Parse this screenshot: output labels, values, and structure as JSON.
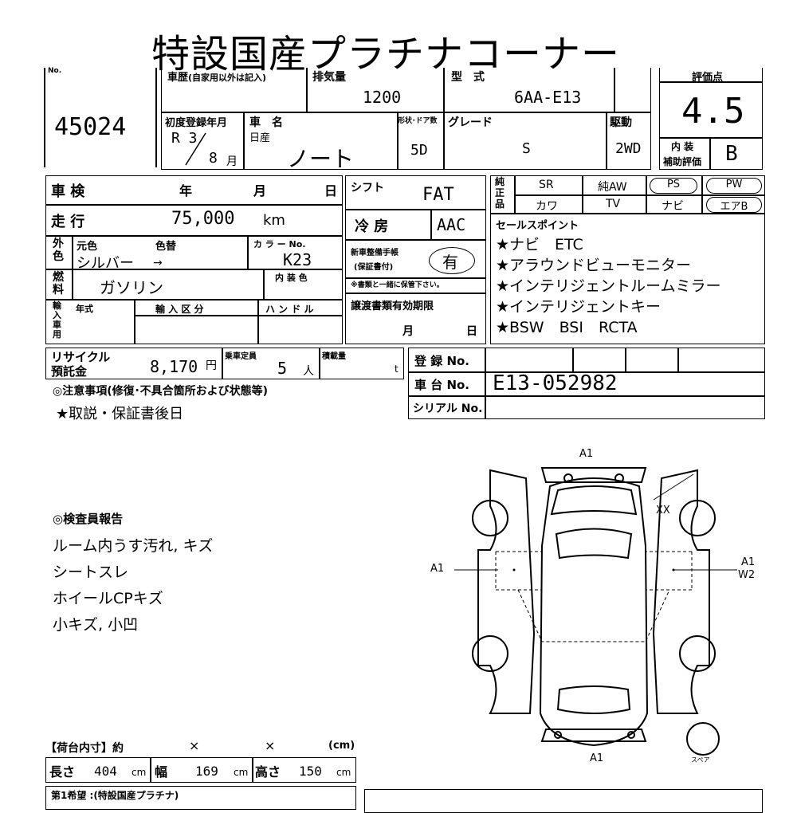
{
  "title": "特設国産プラチナコーナー",
  "header": {
    "no_label": "No.",
    "lot_number": "45024",
    "history_label": "車歴",
    "history_note": "(自家用以外は記入)",
    "displacement_label": "排気量",
    "displacement": "1200",
    "model_label": "型　式",
    "model": "6AA-E13",
    "score_label": "評価点",
    "score": "4.5",
    "first_reg_label": "初度登録年月",
    "first_reg_year": "R 3",
    "first_reg_month": "8",
    "month_unit": "月",
    "car_name_label": "車　名",
    "maker": "日産",
    "car_name": "ノート",
    "shape_label": "形状･ドア数",
    "shape": "5D",
    "grade_label": "グレード",
    "grade": "S",
    "drive_label": "駆動",
    "drive": "2WD",
    "interior_label_1": "内 装",
    "interior_label_2": "補助評価",
    "interior_score": "B"
  },
  "spec": {
    "inspection_label": "車 検",
    "year_label": "年",
    "month_label": "月",
    "day_label": "日",
    "mileage_label": "走 行",
    "mileage": "75,000",
    "mileage_unit": "km",
    "exterior_label": "外色",
    "orig_color_label": "元色",
    "repaint_label": "色替",
    "color_name": "シルバー",
    "arrow": "→",
    "color_no_label": "カ ラ ー No.",
    "color_no": "K23",
    "fuel_label": "燃料",
    "fuel": "ガソリン",
    "interior_color_label": "内 装 色",
    "import_label": "輸入車用",
    "model_year_label": "年式",
    "import_class_label": "輸 入 区 分",
    "handle_label": "ハ ン ド ル",
    "shift_label": "シフト",
    "shift": "FAT",
    "ac_label": "冷 房",
    "ac": "AAC",
    "manual_label_1": "新車整備手帳",
    "manual_label_2": "(保証書付)",
    "manual": "有",
    "manual_note": "※書類と一緒に保管下さい。",
    "transfer_label": "譲渡書類有効期限",
    "transfer_month": "月",
    "transfer_day": "日"
  },
  "genuine": {
    "label": "純正品",
    "items": [
      "SR",
      "純AW",
      "PS",
      "PW",
      "カワ",
      "TV",
      "ナビ",
      "エアB"
    ]
  },
  "sales_points": {
    "label": "セールスポイント",
    "items": [
      "★ナビ　ETC",
      "★アラウンドビューモニター",
      "★インテリジェントルームミラー",
      "★インテリジェントキー",
      "★BSW　BSI　RCTA"
    ]
  },
  "recycle": {
    "label_1": "リサイクル",
    "label_2": "預託金",
    "amount": "8,170",
    "yen": "円",
    "capacity_label": "乗車定員",
    "capacity": "5",
    "person_unit": "人",
    "load_label": "積載量",
    "load_unit": "t"
  },
  "registration": {
    "reg_no_label": "登 録 No.",
    "chassis_label": "車 台 No.",
    "chassis_no": "E13-052982",
    "serial_label": "シリアル No."
  },
  "notes": {
    "label": "◎注意事項(修復･不具合箇所および状態等)",
    "text": "★取説・保証書後日"
  },
  "inspector": {
    "label": "◎検査員報告",
    "items": [
      "ルーム内うす汚れ, キズ",
      "シートスレ",
      "ホイールCPキズ",
      "小キズ, 小凹"
    ]
  },
  "diagram": {
    "top": "A1",
    "right_top": "XX",
    "left": "A1",
    "right_1": "A1",
    "right_2": "W2",
    "bottom": "A1",
    "spare": "スペア"
  },
  "cargo": {
    "label": "【荷台内寸】約",
    "x1": "×",
    "x2": "×",
    "unit": "(cm)",
    "length_label": "長さ",
    "length": "404",
    "width_label": "幅",
    "width": "169",
    "height_label": "高さ",
    "height": "150",
    "cm": "cm"
  },
  "footer": {
    "first_slot": "第1希望 :(特設国産プラチナ)"
  }
}
